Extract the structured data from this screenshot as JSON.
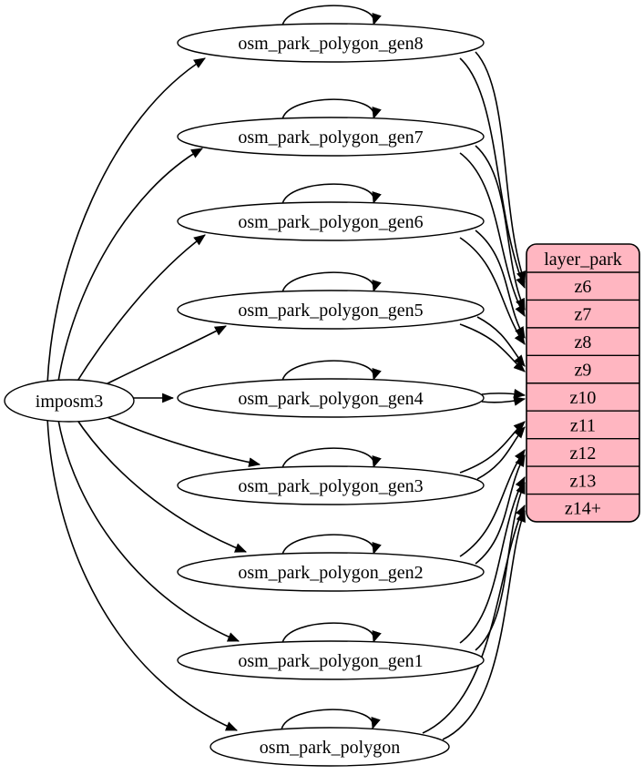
{
  "diagram": {
    "type": "etl-graph",
    "background": "#ffffff",
    "colors": {
      "layer_fill": "#ffb6c1",
      "node_fill": "#ffffff",
      "stroke": "#000000",
      "text": "#000000"
    },
    "imposm": {
      "id": "imposm3",
      "label": "imposm3"
    },
    "tables": [
      {
        "id": "gen8",
        "label": "osm_park_polygon_gen8"
      },
      {
        "id": "gen7",
        "label": "osm_park_polygon_gen7"
      },
      {
        "id": "gen6",
        "label": "osm_park_polygon_gen6"
      },
      {
        "id": "gen5",
        "label": "osm_park_polygon_gen5"
      },
      {
        "id": "gen4",
        "label": "osm_park_polygon_gen4"
      },
      {
        "id": "gen3",
        "label": "osm_park_polygon_gen3"
      },
      {
        "id": "gen2",
        "label": "osm_park_polygon_gen2"
      },
      {
        "id": "gen1",
        "label": "osm_park_polygon_gen1"
      },
      {
        "id": "polygon",
        "label": "osm_park_polygon"
      }
    ],
    "layer": {
      "title": "layer_park",
      "rows": [
        "z6",
        "z7",
        "z8",
        "z9",
        "z10",
        "z11",
        "z12",
        "z13",
        "z14+"
      ]
    },
    "edges": {
      "imposm_to_tables": [
        "gen8",
        "gen7",
        "gen6",
        "gen5",
        "gen4",
        "gen3",
        "gen2",
        "gen1",
        "polygon"
      ],
      "self_loops": [
        "gen8",
        "gen7",
        "gen6",
        "gen5",
        "gen4",
        "gen3",
        "gen2",
        "gen1",
        "polygon"
      ],
      "table_to_layer": [
        {
          "from": "gen8",
          "to": "z6",
          "parallel_edges": 2
        },
        {
          "from": "gen7",
          "to": "z7",
          "parallel_edges": 2
        },
        {
          "from": "gen6",
          "to": "z8",
          "parallel_edges": 2
        },
        {
          "from": "gen5",
          "to": "z9",
          "parallel_edges": 2
        },
        {
          "from": "gen4",
          "to": "z10",
          "parallel_edges": 2
        },
        {
          "from": "gen3",
          "to": "z11",
          "parallel_edges": 2
        },
        {
          "from": "gen2",
          "to": "z12",
          "parallel_edges": 2
        },
        {
          "from": "gen1",
          "to": "z13",
          "parallel_edges": 2
        },
        {
          "from": "polygon",
          "to": "z14+",
          "parallel_edges": 2
        }
      ]
    }
  }
}
